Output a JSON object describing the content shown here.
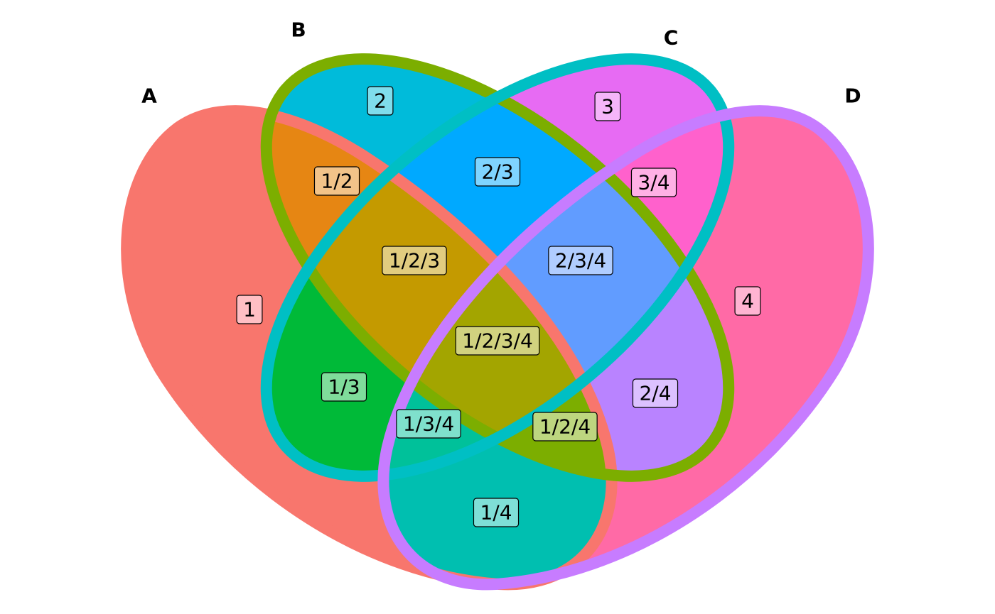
{
  "sets": [
    {
      "id": "A",
      "label": "A",
      "fill": "#F8766D",
      "border": "#F8766D"
    },
    {
      "id": "B",
      "label": "B",
      "fill": "#00BBDA",
      "border": "#7CAE00"
    },
    {
      "id": "C",
      "label": "C",
      "fill": "#E76BF3",
      "border": "#00BFC4"
    },
    {
      "id": "D",
      "label": "D",
      "fill": "#FF6AA6",
      "border": "#C77CFF"
    }
  ],
  "regions": [
    {
      "key": "1",
      "label": "1",
      "fill": "#F8766D",
      "box": "#FFBFC4"
    },
    {
      "key": "2",
      "label": "2",
      "fill": "#00BBDA",
      "box": "#7FDDEC"
    },
    {
      "key": "3",
      "label": "3",
      "fill": "#E76BF3",
      "box": "#F5B5F9"
    },
    {
      "key": "4",
      "label": "4",
      "fill": "#FF6AA6",
      "box": "#FFB4D2"
    },
    {
      "key": "1/2",
      "label": "1/2",
      "fill": "#E68613",
      "box": "#F2C389"
    },
    {
      "key": "1/3",
      "label": "1/3",
      "fill": "#00BA38",
      "box": "#7FDC9B"
    },
    {
      "key": "1/4",
      "label": "1/4",
      "fill": "#00BFB0",
      "box": "#7FDFD7"
    },
    {
      "key": "2/3",
      "label": "2/3",
      "fill": "#00A9FF",
      "box": "#7FD4FF"
    },
    {
      "key": "2/4",
      "label": "2/4",
      "fill": "#B983FF",
      "box": "#DCC1FF"
    },
    {
      "key": "3/4",
      "label": "3/4",
      "fill": "#FF61CC",
      "box": "#FFB0E5"
    },
    {
      "key": "1/2/3",
      "label": "1/2/3",
      "fill": "#C49A00",
      "box": "#E1CC7F"
    },
    {
      "key": "1/2/4",
      "label": "1/2/4",
      "fill": "#7CAE00",
      "box": "#BDD67F"
    },
    {
      "key": "1/3/4",
      "label": "1/3/4",
      "fill": "#00C19A",
      "box": "#7FE0CC"
    },
    {
      "key": "2/3/4",
      "label": "2/3/4",
      "fill": "#619CFF",
      "box": "#B0CDFF"
    },
    {
      "key": "1/2/3/4",
      "label": "1/2/3/4",
      "fill": "#A3A500",
      "box": "#D1D27F"
    }
  ]
}
